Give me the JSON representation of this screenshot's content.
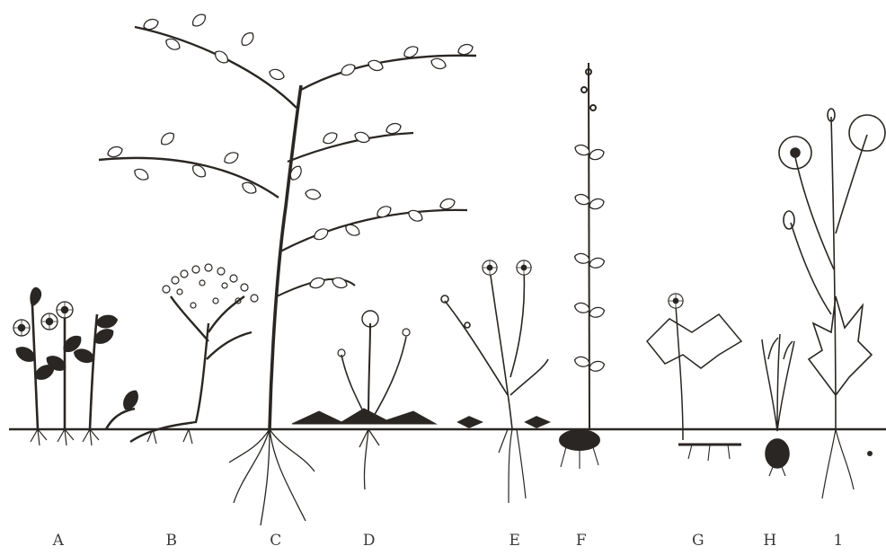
{
  "figure": {
    "labels": [
      "A",
      "B",
      "C",
      "D",
      "E",
      "F",
      "G",
      "H",
      "1"
    ],
    "ink_color": "#2a2623",
    "background_color": "#ffffff"
  }
}
